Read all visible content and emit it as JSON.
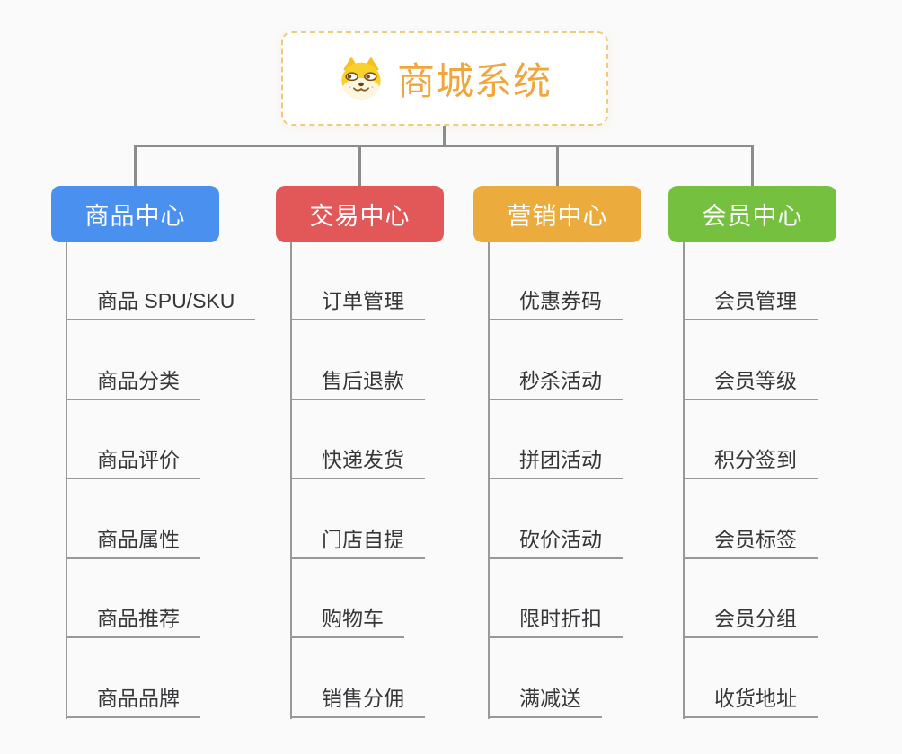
{
  "page": {
    "background": "#fafafa",
    "connector_color": "#8c8c8c"
  },
  "root": {
    "label": "商城系统",
    "icon": "shiba-dog-icon",
    "text_color": "#f0a63b",
    "border_color": "#f3c97e"
  },
  "branches": [
    {
      "label": "商品中心",
      "color": "#4a90ee",
      "items": [
        "商品 SPU/SKU",
        "商品分类",
        "商品评价",
        "商品属性",
        "商品推荐",
        "商品品牌"
      ]
    },
    {
      "label": "交易中心",
      "color": "#e25757",
      "items": [
        "订单管理",
        "售后退款",
        "快递发货",
        "门店自提",
        "购物车",
        "销售分佣"
      ]
    },
    {
      "label": "营销中心",
      "color": "#ebab3d",
      "items": [
        "优惠券码",
        "秒杀活动",
        "拼团活动",
        "砍价活动",
        "限时折扣",
        "满减送"
      ]
    },
    {
      "label": "会员中心",
      "color": "#76c03f",
      "items": [
        "会员管理",
        "会员等级",
        "积分签到",
        "会员标签",
        "会员分组",
        "收货地址"
      ]
    }
  ]
}
